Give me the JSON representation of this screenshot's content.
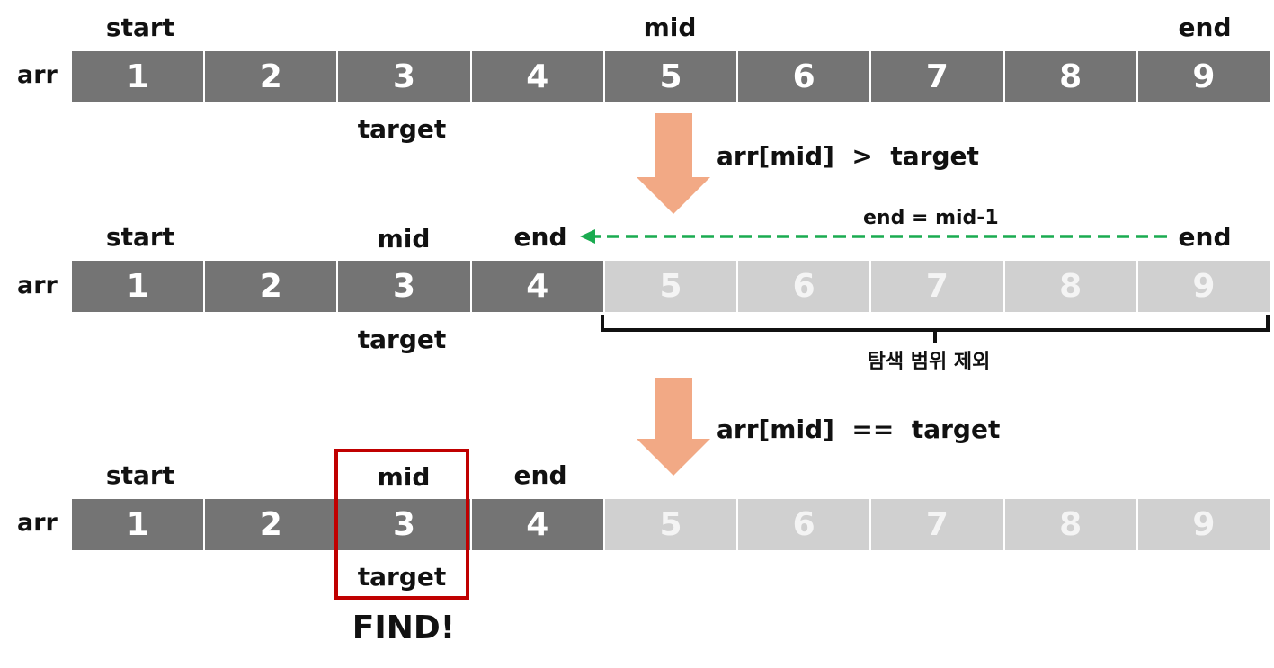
{
  "array_label": "arr",
  "array_values": [
    "1",
    "2",
    "3",
    "4",
    "5",
    "6",
    "7",
    "8",
    "9"
  ],
  "pointer_labels": {
    "start": "start",
    "mid": "mid",
    "end": "end",
    "target": "target"
  },
  "steps": [
    {
      "active_count": 9,
      "start_index": 0,
      "mid_index": 4,
      "end_index": 8,
      "target_index": 2
    },
    {
      "active_count": 4,
      "start_index": 0,
      "mid_index": 2,
      "end_index": 3,
      "target_index": 2,
      "previous_end_index": 8
    },
    {
      "active_count": 4,
      "start_index": 0,
      "mid_index": 2,
      "end_index": 3,
      "target_index": 2
    }
  ],
  "conditions": {
    "step1": "arr[mid]  >  target",
    "step2": "arr[mid]  ==  target"
  },
  "end_update_label": "end = mid-1",
  "excluded_range_label": "탐색 범위 제외",
  "find_label": "FIND!",
  "colors": {
    "active_cell": "#747474",
    "excluded_cell": "#d0d0d0",
    "arrow": "#f2a985",
    "dashed_arrow": "#1aab50",
    "find_box": "#c00000"
  }
}
